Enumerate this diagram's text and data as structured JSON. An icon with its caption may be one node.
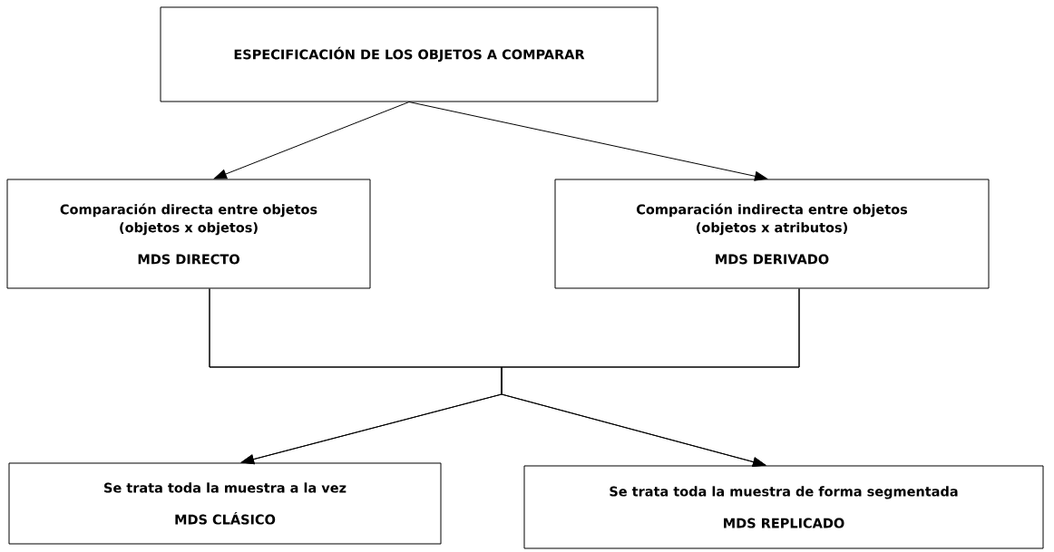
{
  "diagram": {
    "nodes": [
      {
        "text": [
          "ESPECIFICACIÓN DE LOS OBJETOS A COMPARAR"
        ]
      },
      {
        "text": [
          "Comparación directa entre objetos",
          "(objetos x objetos)",
          "MDS DIRECTO"
        ]
      },
      {
        "text": [
          "Comparación indirecta entre objetos",
          "(objetos x atributos)",
          "MDS DERIVADO"
        ]
      },
      {
        "text": [
          "Se trata toda la muestra a la vez",
          "MDS CLÁSICO"
        ]
      },
      {
        "text": [
          "Se trata toda la muestra de forma segmentada",
          "MDS REPLICADO"
        ]
      }
    ],
    "edges": [
      {
        "from": 0,
        "to": 1,
        "arrow": "to"
      },
      {
        "from": 0,
        "to": 2,
        "arrow": "to"
      },
      {
        "from": 1,
        "to": 3,
        "arrow": "to"
      },
      {
        "from": 1,
        "to": 4,
        "arrow": "to"
      },
      {
        "from": 2,
        "to": 3,
        "arrow": "to"
      },
      {
        "from": 2,
        "to": 4,
        "arrow": "to"
      }
    ]
  }
}
